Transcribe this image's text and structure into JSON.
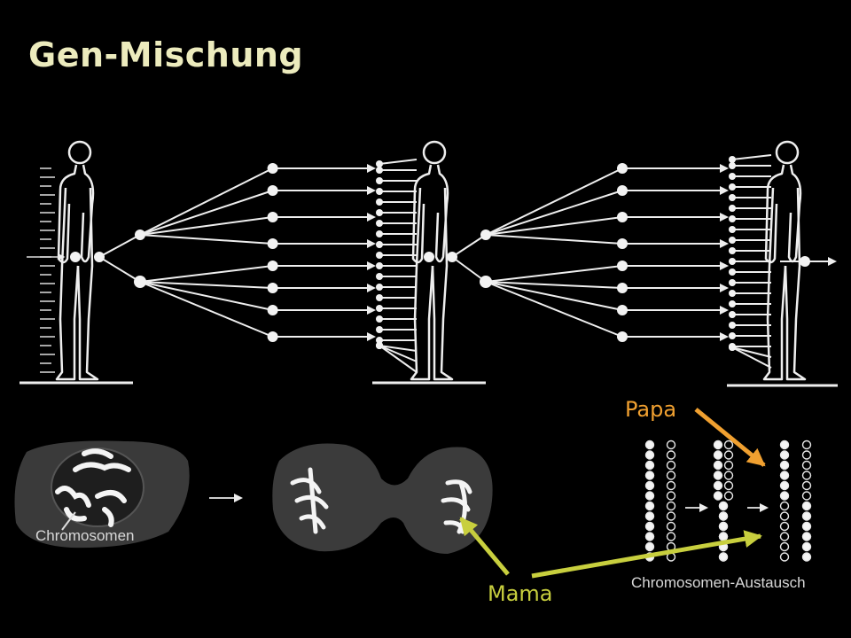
{
  "title": "Gen-Mischung",
  "labels": {
    "papa": "Papa",
    "mama": "Mama",
    "chromosomes": "Chromosomen",
    "crossover": "Chromosomen-Austausch"
  },
  "colors": {
    "title": "#ecebbd",
    "papa_arrow": "#f0a030",
    "mama_arrow": "#c8cf3e",
    "line_art": "#f2f2f2"
  }
}
